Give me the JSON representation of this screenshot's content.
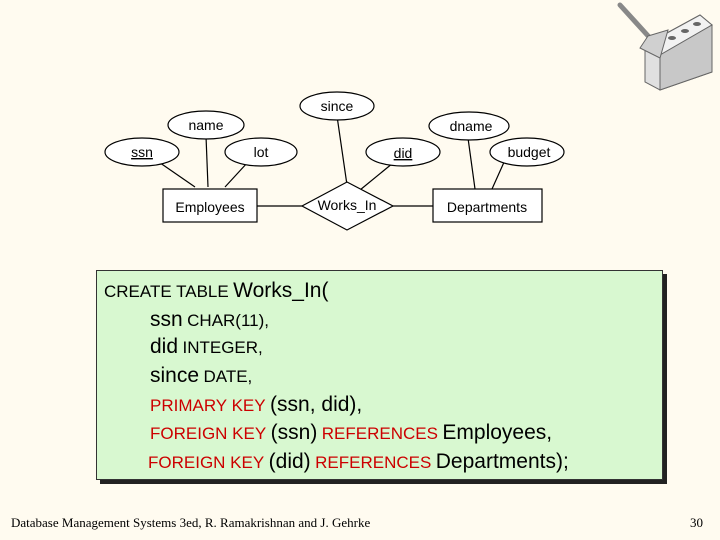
{
  "diagram": {
    "entities": [
      "Employees",
      "Departments"
    ],
    "relationship": "Works_In",
    "attributes": {
      "ssn": "ssn",
      "name": "name",
      "lot": "lot",
      "since": "since",
      "did": "did",
      "dname": "dname",
      "budget": "budget"
    }
  },
  "sql": {
    "line1": {
      "kw": "CREATE TABLE",
      "id": "Works_In("
    },
    "line2": {
      "id": "ssn",
      "kw": "CHAR(11),"
    },
    "line3": {
      "id": "did",
      "kw": "INTEGER,"
    },
    "line4": {
      "id": "since",
      "kw": "DATE,"
    },
    "line5": {
      "kw": "PRIMARY KEY",
      "id": "(ssn, did),"
    },
    "line6": {
      "kw1": "FOREIGN KEY",
      "id1": "(ssn)",
      "kw2": "REFERENCES",
      "id2": "Employees,"
    },
    "line7": {
      "kw1": "FOREIGN KEY",
      "id1": "(did)",
      "kw2": "REFERENCES",
      "id2": "Departments);"
    }
  },
  "footer": {
    "text": "Database Management Systems 3ed,  R. Ramakrishnan and J. Gehrke",
    "page": "30"
  },
  "colors": {
    "keyword_red": "#cc0000",
    "box_bg": "#d8f8d0",
    "page_bg": "#fffbf0"
  }
}
